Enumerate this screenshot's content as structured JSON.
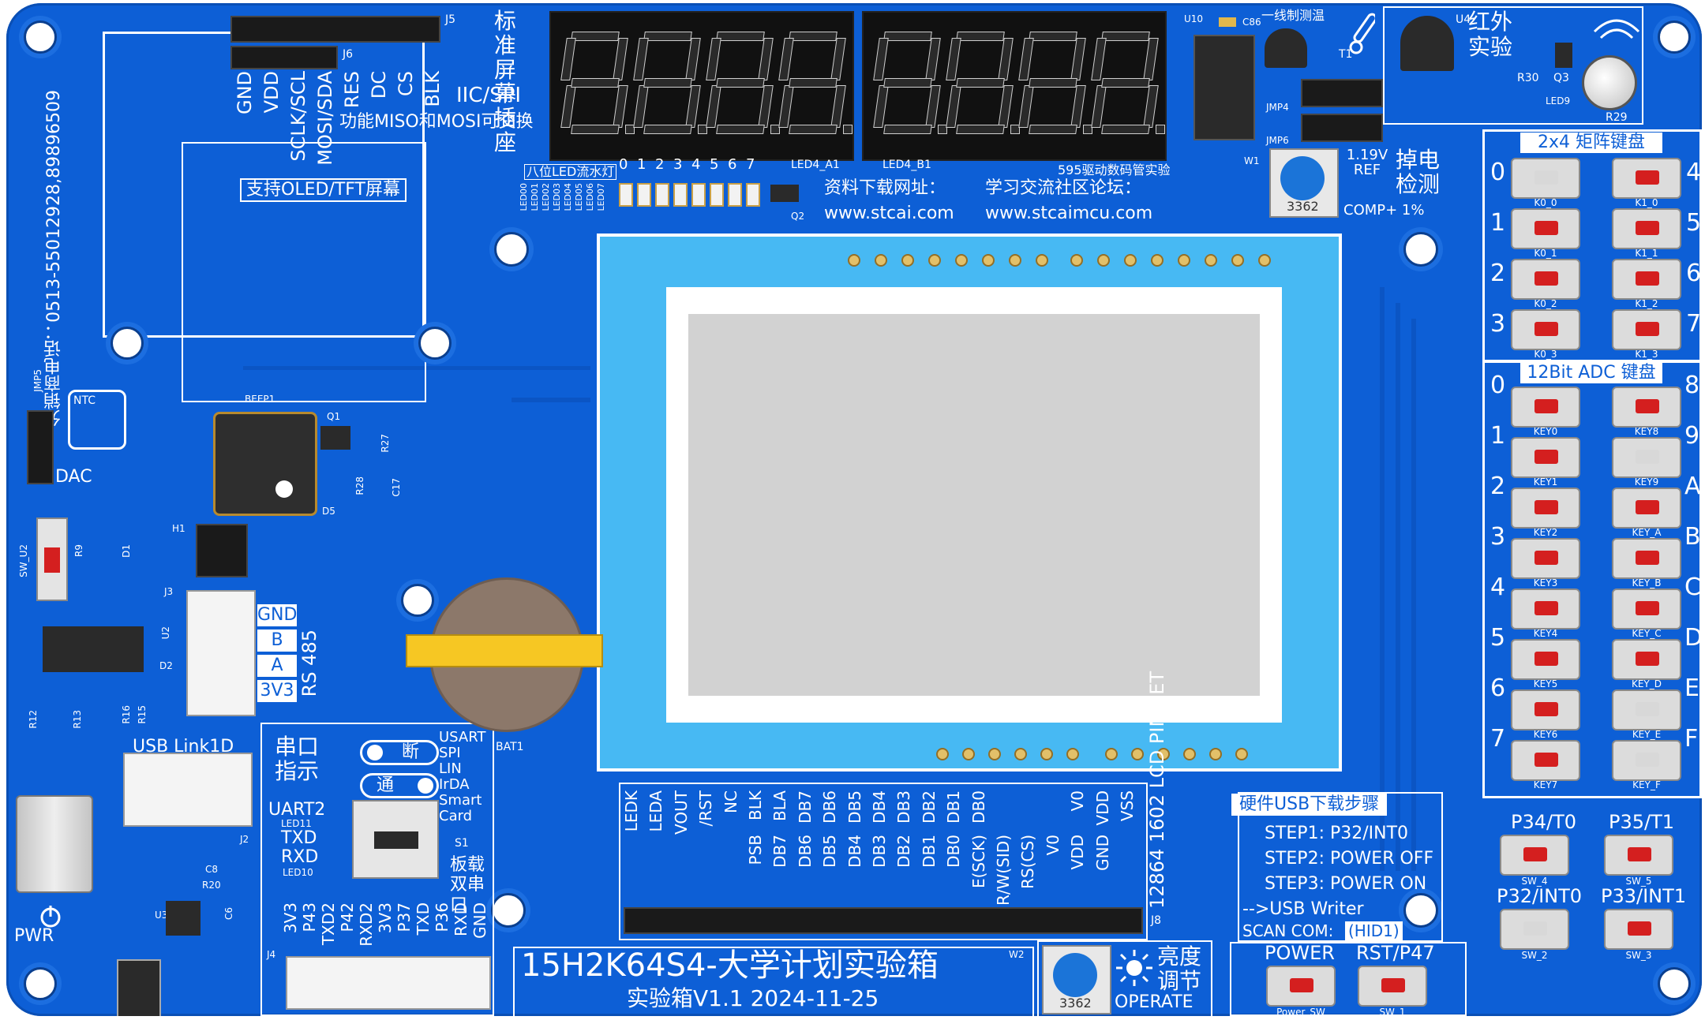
{
  "board": {
    "title": "15H2K64S4-大学计划实验箱",
    "version": "实验箱V1.1 2024-11-25",
    "phone": "分销商电话：0513-55012928,89896509",
    "colors": {
      "pcb": "#0d5fd6",
      "silk": "#ffffff",
      "lcd_frame": "#47b9f3",
      "lcd_screen": "#d2d2d2",
      "key_red": "#d41f1f"
    }
  },
  "screen_socket": {
    "title": "标准屏幕插座",
    "iic": "IIC/SPI",
    "pins": [
      "GND",
      "VDD",
      "SCLK/SCL",
      "MOSI/SDA",
      "RES",
      "DC",
      "CS",
      "BLK"
    ],
    "note": "功能MISO和MOSI可交换",
    "support": "支持OLED/TFT屏幕",
    "j5": "J5",
    "j6": "J6"
  },
  "seven_segment": {
    "digits_count": 8,
    "label_a": "LED4_A1",
    "label_b": "LED4_B1",
    "title": "595驱动数码管实验"
  },
  "led_bar": {
    "title": "八位LED流水灯",
    "index": [
      "0",
      "1",
      "2",
      "3",
      "4",
      "5",
      "6",
      "7"
    ],
    "names": [
      "LED00",
      "LED01",
      "LED02",
      "LED03",
      "LED04",
      "LED05",
      "LED06",
      "LED07"
    ],
    "q2": "Q2"
  },
  "website": {
    "download_label": "资料下载网址：",
    "download_url": "www.stcai.com",
    "forum_label": "学习交流社区论坛：",
    "forum_url": "www.stcaimcu.com"
  },
  "temperature": {
    "title": "一线制测温",
    "u10": "U10",
    "c86": "C86",
    "t1": "T1",
    "jmp4": "JMP4",
    "jmp6": "JMP6"
  },
  "infrared": {
    "title": "红外实验",
    "u4": "U4",
    "q3": "Q3",
    "r30": "R30",
    "r29": "R29",
    "led9": "LED9"
  },
  "power_detect": {
    "ref": "1.19V REF",
    "comp": "COMP+ 1%",
    "title": "掉电检测",
    "pot": "3362",
    "w1": "W1"
  },
  "matrix_keypad": {
    "title": "2x4 矩阵键盘",
    "rows_left": [
      "0",
      "1",
      "2",
      "3"
    ],
    "rows_right": [
      "4",
      "5",
      "6",
      "7"
    ],
    "keys_left": [
      "K0_0",
      "K0_1",
      "K0_2",
      "K0_3"
    ],
    "keys_right": [
      "K1_0",
      "K1_1",
      "K1_2",
      "K1_3"
    ]
  },
  "adc_keypad": {
    "title": "12Bit ADC 键盘",
    "nums_left": [
      "0",
      "1",
      "2",
      "3",
      "4",
      "5",
      "6",
      "7"
    ],
    "nums_right": [
      "8",
      "9",
      "A",
      "B",
      "C",
      "D",
      "E",
      "F"
    ],
    "keys_left": [
      "KEY0",
      "KEY1",
      "KEY2",
      "KEY3",
      "KEY4",
      "KEY5",
      "KEY6",
      "KEY7"
    ],
    "keys_right": [
      "KEY8",
      "KEY9",
      "KEY_A",
      "KEY_B",
      "KEY_C",
      "KEY_D",
      "KEY_E",
      "KEY_F"
    ]
  },
  "usb_steps": {
    "title": "硬件USB下载步骤",
    "step1": "STEP1: P32/INT0",
    "step2": "STEP2: POWER OFF",
    "step3": "STEP3: POWER ON",
    "writer": "-->USB Writer",
    "scan": "SCAN COM:",
    "hid": "(HID1)"
  },
  "int_keys": {
    "p34": "P34/T0",
    "p35": "P35/T1",
    "p32": "P32/INT0",
    "p33": "P33/INT1",
    "sw4": "SW_4",
    "sw5": "SW_5",
    "sw2": "SW_2",
    "sw3": "SW_3"
  },
  "bottom_keys": {
    "power": "POWER",
    "rst": "RST/P47",
    "power_sw": "Power_SW",
    "sw1": "SW_1"
  },
  "brightness": {
    "title": "亮度调节",
    "operate": "OPERATE",
    "pot": "3362",
    "w2": "W2"
  },
  "lcd_pins": {
    "top_row": [
      "LEDK",
      "LEDA",
      "VOUT",
      "/RST",
      "NC",
      "BLK",
      "BLA",
      "DB7",
      "DB6",
      "DB5",
      "DB4",
      "DB3",
      "DB2",
      "DB1",
      "DB0",
      "",
      "",
      "",
      "V0",
      "VDD",
      "VSS"
    ],
    "bottom_row": [
      "",
      "",
      "",
      "",
      "",
      "PSB",
      "DB7",
      "DB6",
      "DB5",
      "DB4",
      "DB3",
      "DB2",
      "DB1",
      "DB0",
      "E(SCK)",
      "R/W(SID)",
      "RS(CS)",
      "V0",
      "VDD",
      "GND",
      ""
    ],
    "set_label": "12864 1602 LCD PIN SET",
    "j8": "J8"
  },
  "uart": {
    "title": "串口指示",
    "off": "断",
    "on": "通",
    "modes": [
      "USART",
      "SPI",
      "LIN",
      "IrDA",
      "Smart",
      "Card"
    ],
    "uart2": "UART2",
    "led11": "LED11",
    "led10": "LED10",
    "txd": "TXD",
    "rxd": "RXD",
    "onboard": "板载双串口",
    "s1": "S1",
    "pins": [
      "3V3",
      "P43",
      "TXD2",
      "P42",
      "RXD2",
      "3V3",
      "P37",
      "TXD",
      "P36",
      "RXD",
      "GND"
    ],
    "j4": "J4"
  },
  "rs485": {
    "pins": [
      "GND",
      "B",
      "A",
      "3V3"
    ],
    "title": "RS 485",
    "j3": "J3"
  },
  "usb_link": {
    "title": "USB Link1D",
    "j2": "J2",
    "pwr": "PWR"
  },
  "misc": {
    "ntc": "NTC",
    "jmp5": "JMP5",
    "dac": "DAC",
    "beep": "BEEP1",
    "q1": "Q1",
    "d5": "D5",
    "r27": "R27",
    "r28": "R28",
    "c17": "C17",
    "h1": "H1",
    "sw_u2": "SW_U2",
    "r9": "R9",
    "d1": "D1",
    "u2": "U2",
    "d2": "D2",
    "r12": "R12",
    "r13": "R13",
    "r16": "R16",
    "r15": "R15",
    "bat": "BAT1",
    "u3": "U3",
    "c8": "C8",
    "r20": "R20",
    "c6": "C6"
  }
}
